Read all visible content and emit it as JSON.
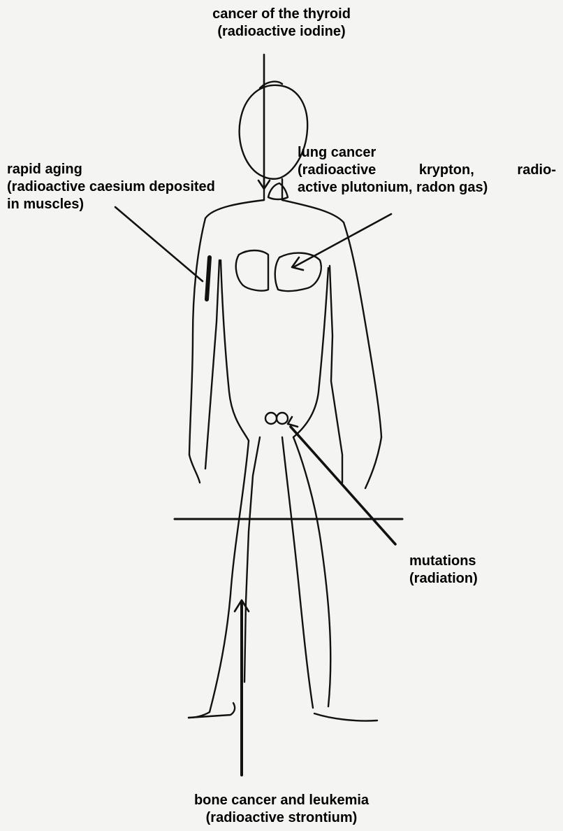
{
  "labels": {
    "thyroid": {
      "line1": "cancer of the thyroid",
      "line2": "(radioactive iodine)"
    },
    "aging": {
      "line1": "rapid aging",
      "line2": "(radioactive caesium deposited",
      "line3": "in muscles)"
    },
    "lung": {
      "line1": "lung cancer",
      "line2_words": [
        "(radioactive",
        "krypton,",
        "radio-"
      ],
      "line3": "active plutonium, radon gas)"
    },
    "mutations": {
      "line1": "mutations",
      "line2": "(radiation)"
    },
    "bone": {
      "line1": "bone cancer and leukemia",
      "line2": "(radioactive strontium)"
    }
  }
}
